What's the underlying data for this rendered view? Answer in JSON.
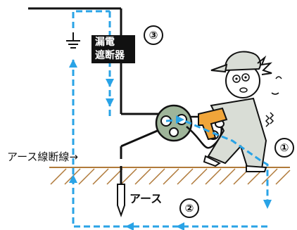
{
  "labels": {
    "breaker_line1": "漏電",
    "breaker_line2": "遮断器",
    "earth_break": "アース線断線→",
    "earth": "アース"
  },
  "markers": [
    "③",
    "①",
    "②"
  ],
  "colors": {
    "current_path": "#29a3e6",
    "wire": "#111111",
    "ground_hatch": "#b07a3a",
    "motor_fill": "#9fb59a",
    "clothes": "#d9ddd6",
    "drill": "#f0a53a"
  }
}
